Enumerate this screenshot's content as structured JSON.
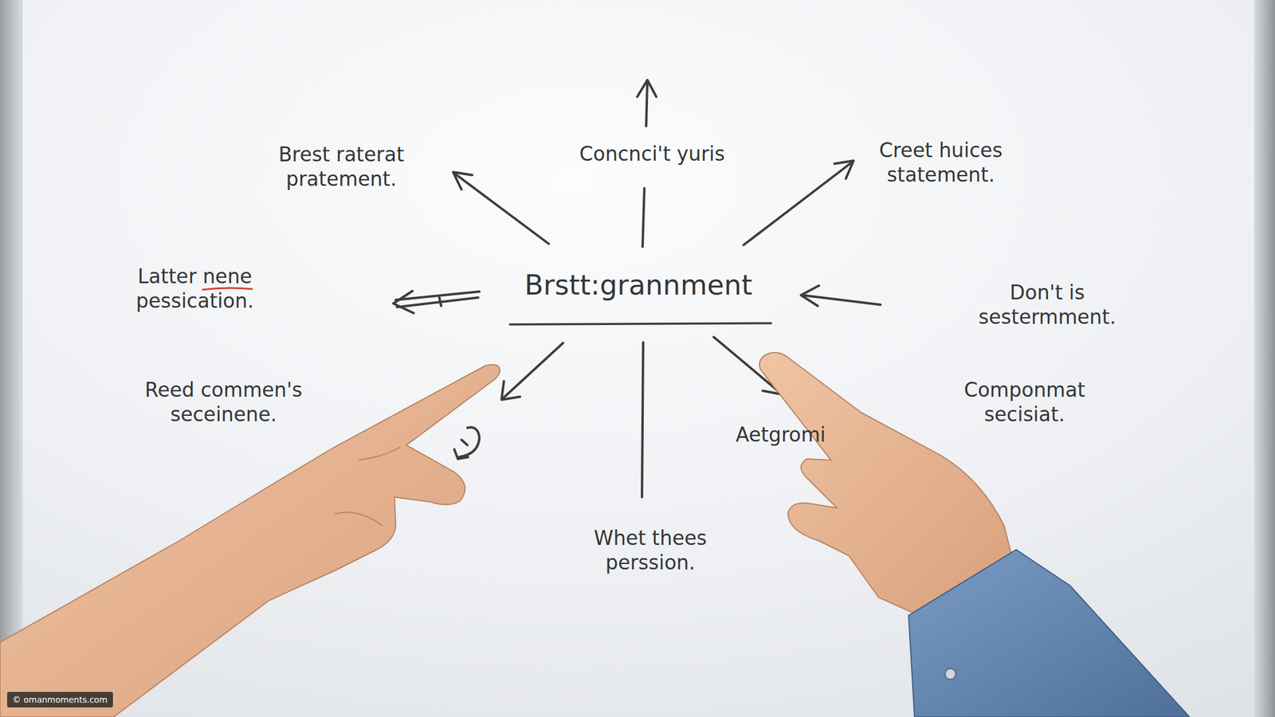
{
  "diagram": {
    "labels": [
      "Concnci't yuris",
      "Brest raterat pratement.",
      "Creet huices statement.",
      "Brstt:grannment",
      "Latter nene pessication.",
      "Don't is sestermment.",
      "Reed commen's seceinene.",
      "Componmat secisiat.",
      "Aetgromi",
      "Whet thees perssion.",
      "© omanmoments.com"
    ]
  }
}
